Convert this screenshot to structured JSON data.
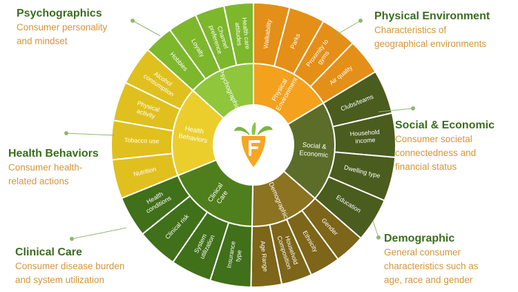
{
  "colors": {
    "sectors": [
      "#f4a11e",
      "#5b6d29",
      "#8c7322",
      "#4f7f1c",
      "#ebce2c",
      "#8fc63c"
    ],
    "outer": [
      "#e48f17",
      "#4b5c1f",
      "#7d6519",
      "#40701a",
      "#e0c01e",
      "#7db72c"
    ],
    "callout_title": "#3a6d1e",
    "callout_desc": "#d4953a"
  },
  "center_icon": "carrot-logo-icon",
  "sectors": [
    {
      "id": "physical",
      "label": "Physical Environment",
      "start": 0,
      "end": 59,
      "items": [
        "Walkability",
        "Parks",
        "Proximity to gyms",
        "Air quality"
      ]
    },
    {
      "id": "social",
      "label": "Social & Economic",
      "start": 59,
      "end": 131,
      "items": [
        "Clubs/teams",
        "Household income",
        "Dwelling type",
        "Education"
      ]
    },
    {
      "id": "demographic",
      "label": "Demographic",
      "start": 131,
      "end": 181,
      "items": [
        "Gender",
        "Ethnicity",
        "Household Composition",
        "Age Range"
      ]
    },
    {
      "id": "clinical",
      "label": "Clinical Care",
      "start": 181,
      "end": 248,
      "items": [
        "Insurance type",
        "System utilization",
        "Clinical risk",
        "Health conditions"
      ]
    },
    {
      "id": "health",
      "label": "Health Behaviors",
      "start": 248,
      "end": 312,
      "items": [
        "Nutrition",
        "Tobacco use",
        "Physical activity",
        "Alcohol consumption"
      ]
    },
    {
      "id": "psycho",
      "label": "Psychographic",
      "start": 312,
      "end": 360,
      "items": [
        "Hobbies",
        "Loyalty",
        "Channel preference",
        "Health care attitudes"
      ]
    }
  ],
  "callouts": [
    {
      "id": "psycho",
      "title": "Psychographics",
      "desc": [
        "Consumer personality",
        "and mindset"
      ]
    },
    {
      "id": "physical",
      "title": "Physical Environment",
      "desc": [
        "Characteristics of",
        "geographical environments"
      ]
    },
    {
      "id": "social",
      "title": "Social & Economic",
      "desc": [
        "Consumer societal",
        "connectedness and",
        "financial status"
      ]
    },
    {
      "id": "health",
      "title": "Health Behaviors",
      "desc": [
        "Consumer health-",
        "related actions"
      ]
    },
    {
      "id": "demographic",
      "title": "Demographic",
      "desc": [
        "General consumer",
        "characteristics such as",
        "age, race and gender"
      ]
    },
    {
      "id": "clinical",
      "title": "Clinical Care",
      "desc": [
        "Consumer disease burden",
        "and system utilization"
      ]
    }
  ]
}
